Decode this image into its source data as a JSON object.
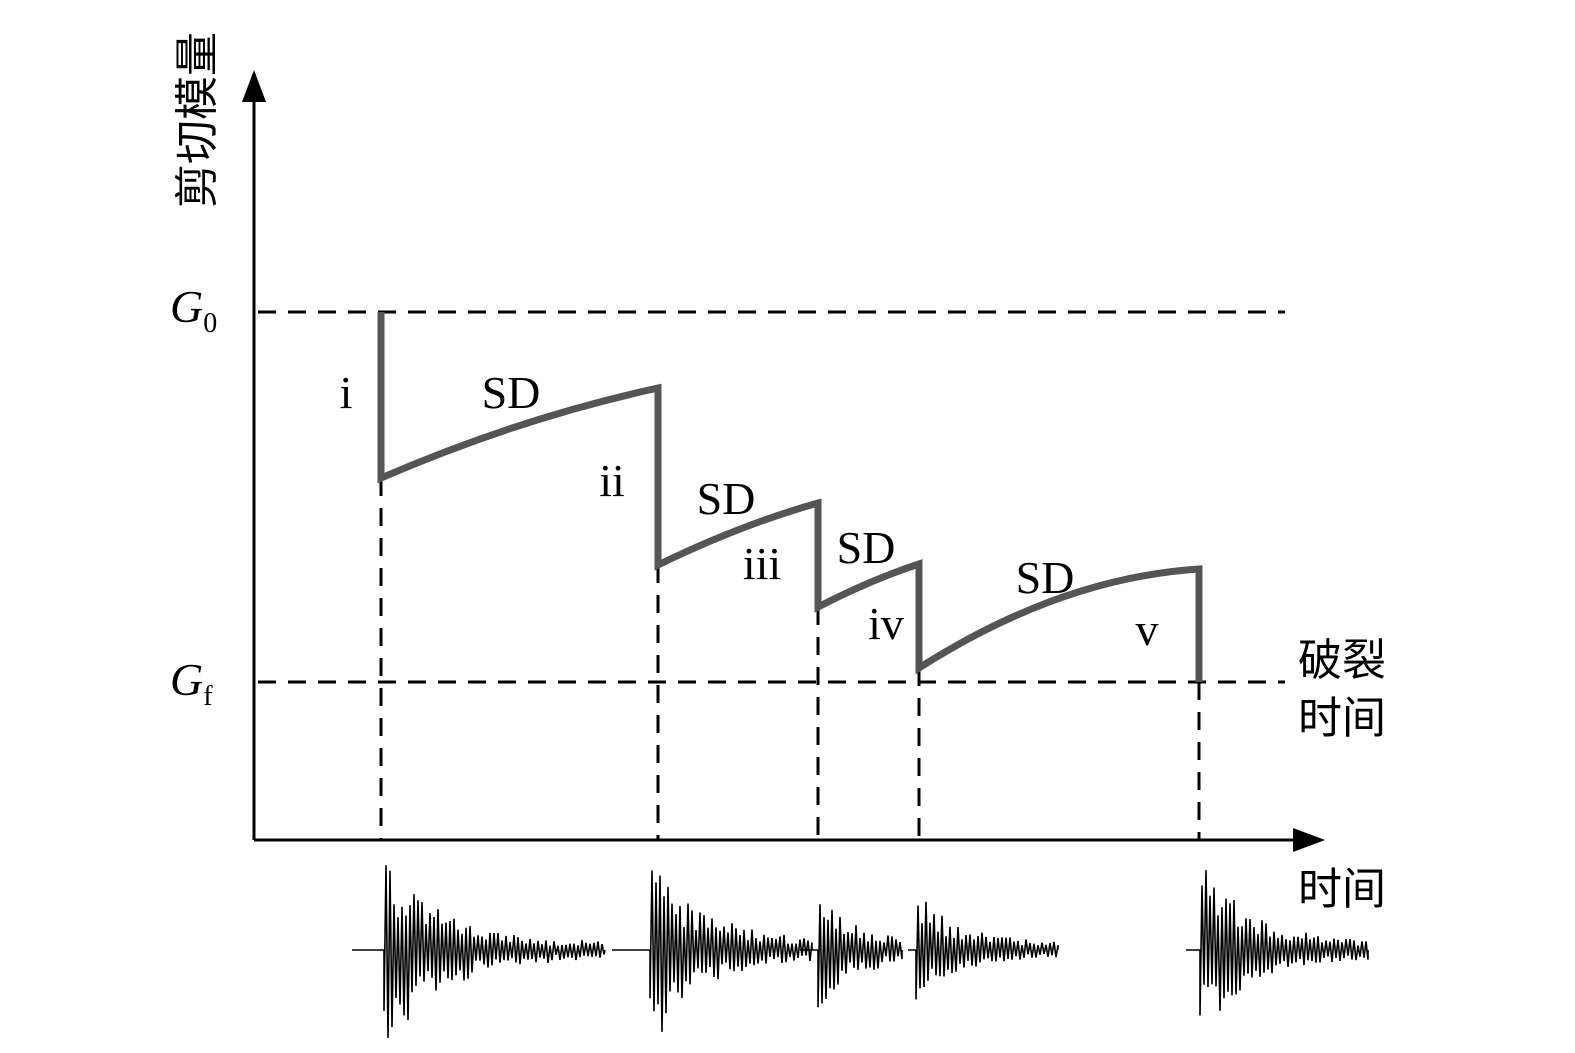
{
  "axes": {
    "y_label": "剪切模量",
    "x_label": "时间"
  },
  "levels": {
    "g0_symbol": "G",
    "g0_subscript": "0",
    "gf_symbol": "G",
    "gf_subscript": "f"
  },
  "failure_label_line1": "破裂",
  "failure_label_line2": "时间",
  "stages": [
    "i",
    "ii",
    "iii",
    "iv",
    "v"
  ],
  "recovery_label": "SD",
  "curve_color": "#555555",
  "event_count": 5
}
